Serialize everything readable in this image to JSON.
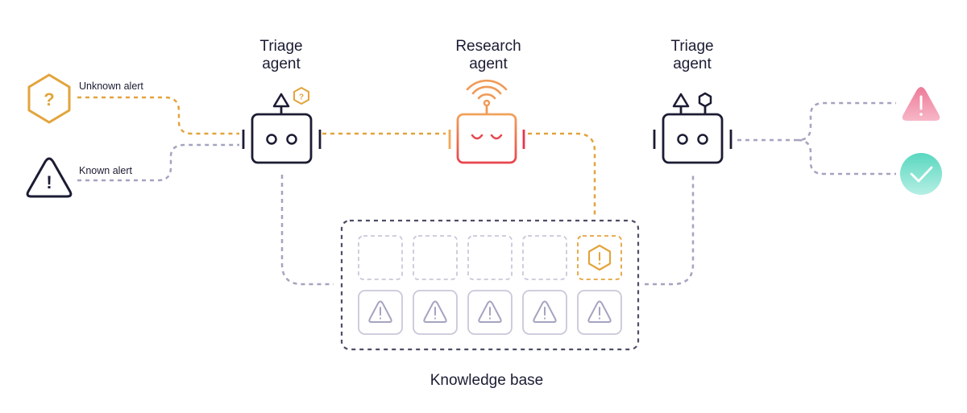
{
  "agents": {
    "triage_left": {
      "line1": "Triage",
      "line2": "agent"
    },
    "research": {
      "line1": "Research",
      "line2": "agent"
    },
    "triage_right": {
      "line1": "Triage",
      "line2": "agent"
    }
  },
  "alerts": {
    "unknown": {
      "label": "Unknown alert",
      "symbol": "?"
    },
    "known": {
      "label": "Known alert",
      "symbol": "!"
    }
  },
  "knowledge_base": {
    "label": "Knowledge base",
    "top_row_slots": 5,
    "bottom_row_slots": 5
  },
  "colors": {
    "ink": "#1b1c33",
    "gold": "#e2a43c",
    "gray_dash": "#a5a4c0",
    "orange": "#ee8a4e",
    "red": "#e8344e",
    "pink": "#ea5f86",
    "teal": "#5ad7c0"
  },
  "icons": {
    "unknown_alert": "hexagon-question-icon",
    "known_alert": "triangle-exclamation-icon",
    "triage_robot": "robot-icon",
    "research_robot": "robot-antenna-icon",
    "escalate": "warning-triangle-icon",
    "resolved": "check-circle-icon"
  }
}
